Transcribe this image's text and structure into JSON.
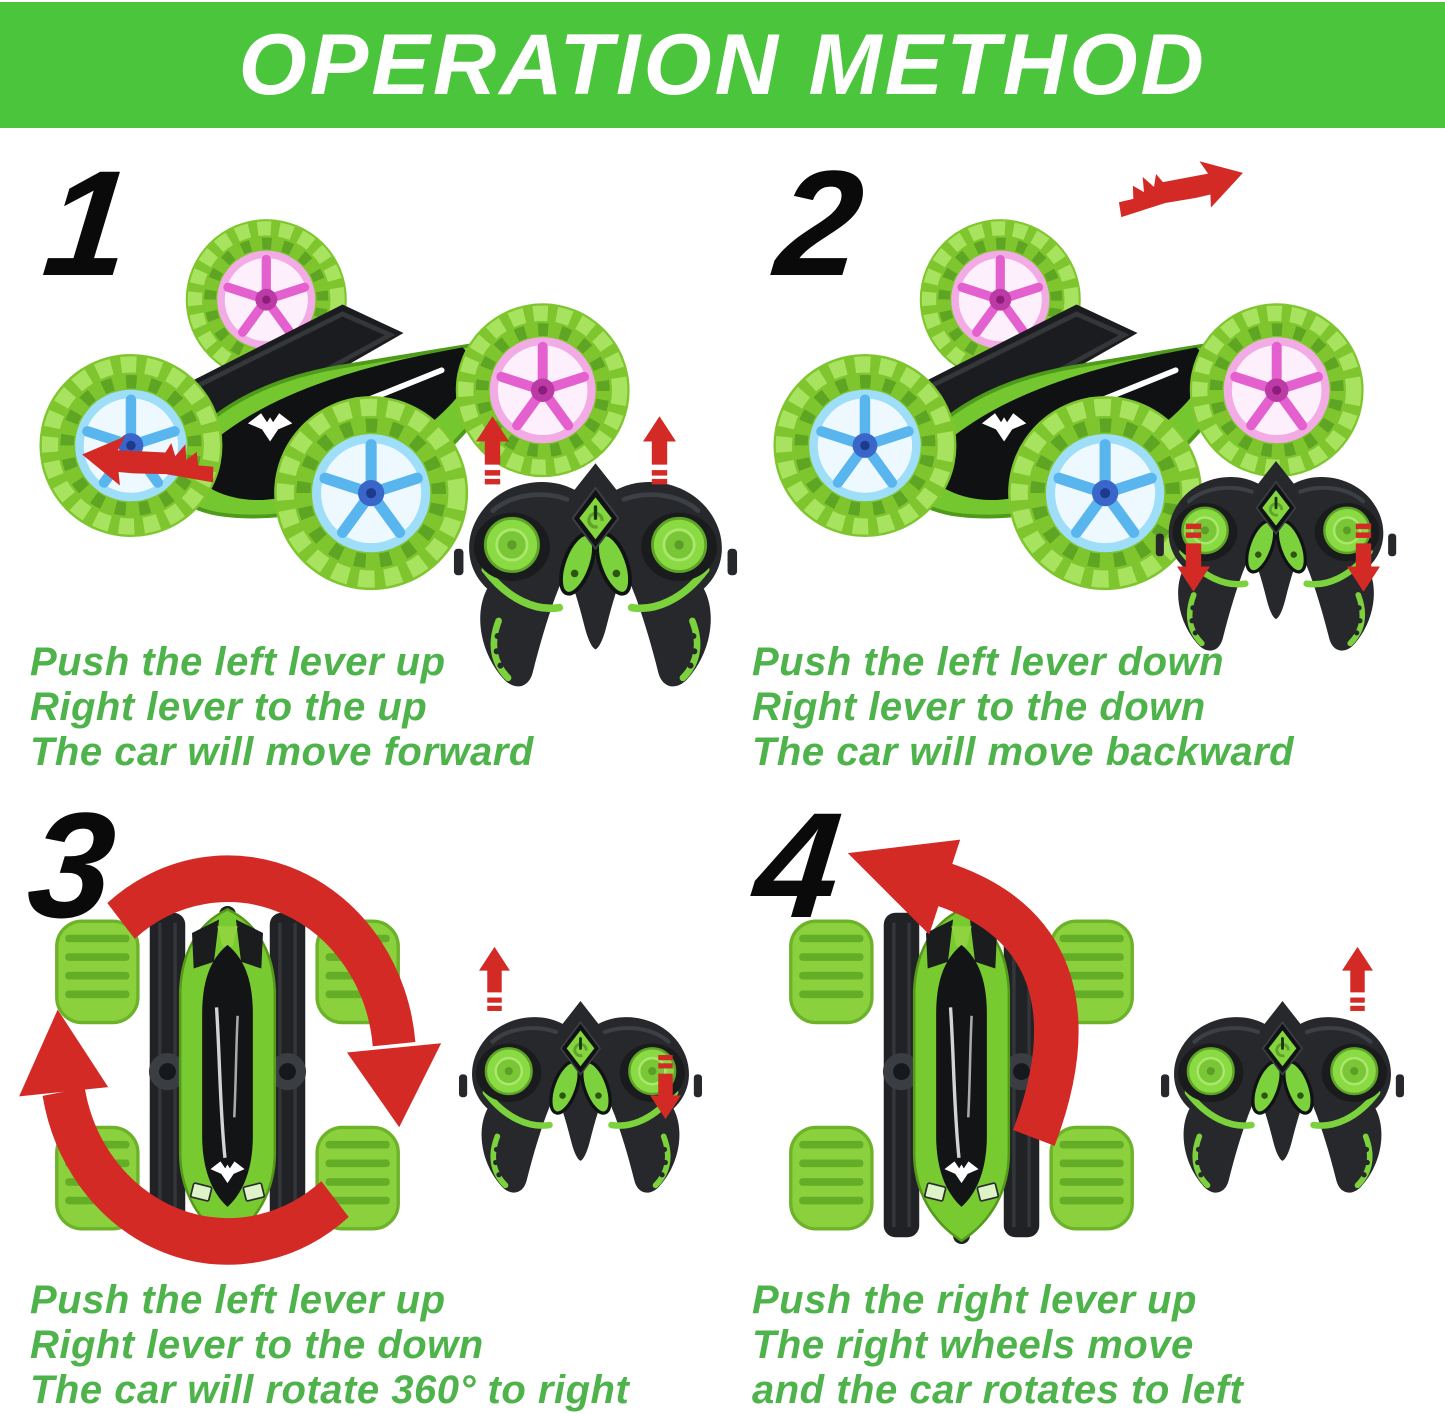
{
  "header": {
    "title": "OPERATION METHOD"
  },
  "colors": {
    "banner_green": "#4bc53b",
    "caption_green": "#4fb34c",
    "arrow_red": "#d32a26",
    "toy_green": "#7cd23c",
    "tire_green": "#8bd13d",
    "wheel_glow_blue": "#58b5ee",
    "wheel_glow_pink": "#e460cf",
    "remote_black": "#26282b"
  },
  "steps": [
    {
      "number": "1",
      "lines": [
        "Push the left lever up",
        "Right lever to the up",
        "The car will move forward"
      ],
      "car_view": "side-view",
      "car_motion": "forward-down-left",
      "remote_arrows": {
        "left_stick": "up",
        "right_stick": "up"
      }
    },
    {
      "number": "2",
      "lines": [
        "Push the left lever down",
        "Right lever to the down",
        "The car will move backward"
      ],
      "car_view": "side-view",
      "car_motion": "backward-up-right",
      "remote_arrows": {
        "left_stick": "down",
        "right_stick": "down"
      }
    },
    {
      "number": "3",
      "lines": [
        "Push the left lever up",
        "Right lever to the down",
        "The car will rotate 360° to right"
      ],
      "car_view": "top-view",
      "car_motion": "rotate-360-clockwise",
      "remote_arrows": {
        "left_stick": "up",
        "right_stick": "down"
      }
    },
    {
      "number": "4",
      "lines": [
        "Push the right lever up",
        "The right wheels move",
        "and the car rotates to left"
      ],
      "car_view": "top-view",
      "car_motion": "rotate-to-left",
      "remote_arrows": {
        "left_stick": "none",
        "right_stick": "up"
      }
    }
  ]
}
